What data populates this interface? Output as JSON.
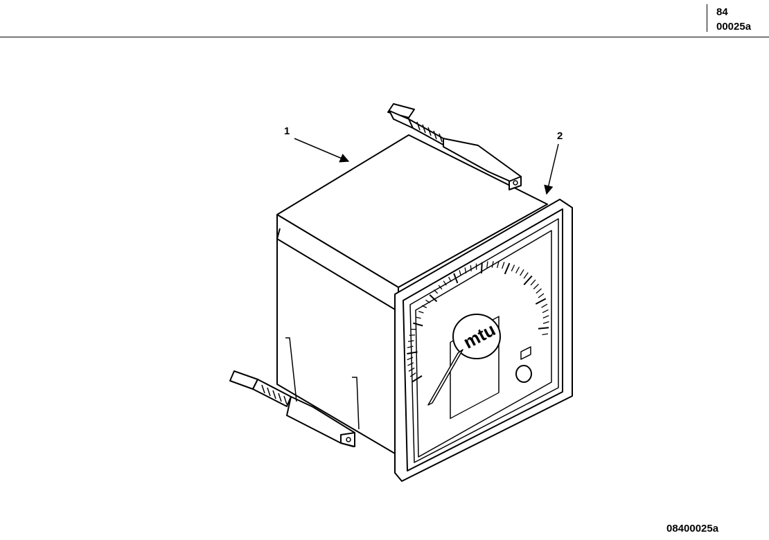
{
  "header": {
    "section_number": "84",
    "sheet_code": "00025a"
  },
  "figure": {
    "figure_code": "08400025a",
    "logo_text": "mtu",
    "callouts": [
      {
        "label": "1"
      },
      {
        "label": "2"
      }
    ]
  }
}
